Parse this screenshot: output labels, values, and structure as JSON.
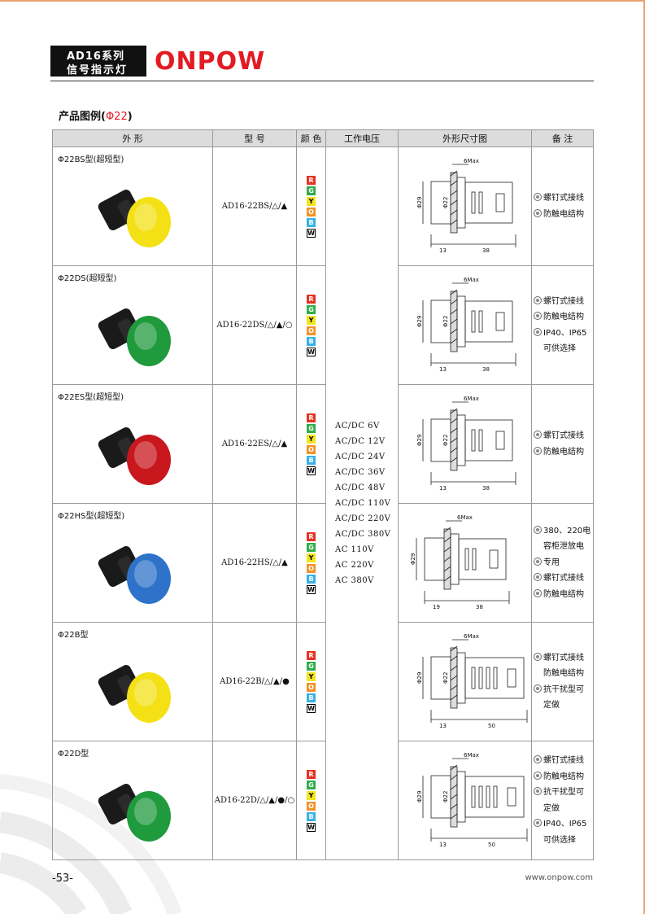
{
  "header": {
    "series_line1": "AD16系列",
    "series_line2": "信号指示灯",
    "logo": "ONPOW"
  },
  "section": {
    "title": "产品图例(",
    "title_red": "Φ22",
    "title_end": ")"
  },
  "table": {
    "headers": [
      "外 形",
      "型 号",
      "颜 色",
      "工作电压",
      "外形尺寸图",
      "备 注"
    ],
    "colors": [
      "R",
      "G",
      "Y",
      "O",
      "B",
      "W"
    ],
    "voltages": [
      "AC/DC 6V",
      "AC/DC 12V",
      "AC/DC 24V",
      "AC/DC 36V",
      "AC/DC 48V",
      "AC/DC 110V",
      "AC/DC 220V",
      "AC/DC 380V",
      "AC 110V",
      "AC 220V",
      "AC 380V"
    ],
    "rows": [
      {
        "name": "Φ22BS型(超短型)",
        "model": "AD16-22BS/△/▲",
        "lens": "#f3e116",
        "dim": {
          "top": "6Max",
          "a": "13",
          "b": "38",
          "d1": "Φ29",
          "d2": "Φ22"
        },
        "notes": [
          "螺钉式接线",
          "防触电结构"
        ]
      },
      {
        "name": "Φ22DS(超短型)",
        "model": "AD16-22DS/△/▲/○",
        "lens": "#1f9a3c",
        "dim": {
          "top": "6Max",
          "a": "13",
          "b": "38",
          "d1": "Φ29",
          "d2": "Φ22"
        },
        "notes": [
          "螺钉式接线",
          "防触电结构",
          "IP40、IP65",
          "可供选择"
        ]
      },
      {
        "name": "Φ22ES型(超短型)",
        "model": "AD16-22ES/△/▲",
        "lens": "#c8171d",
        "dim": {
          "top": "6Max",
          "a": "13",
          "b": "38",
          "d1": "Φ29",
          "d2": "Φ22"
        },
        "notes": [
          "螺钉式接线",
          "防触电结构"
        ]
      },
      {
        "name": "Φ22HS型(超短型)",
        "model": "AD16-22HS/△/▲",
        "lens": "#2e73c9",
        "dim": {
          "top": "6Max",
          "a": "19",
          "b": "38",
          "d1": "Φ29",
          "d2": ""
        },
        "notes": [
          "380、220电",
          "容柜泄放电",
          "专用",
          "螺钉式接线",
          "防触电结构"
        ]
      },
      {
        "name": "Φ22B型",
        "model": "AD16-22B/△/▲/●",
        "lens": "#f3e116",
        "dim": {
          "top": "6Max",
          "a": "13",
          "b": "50",
          "d1": "Φ29",
          "d2": "Φ22"
        },
        "notes": [
          "螺钉式接线",
          "防触电结构",
          "抗干扰型可",
          "定做"
        ]
      },
      {
        "name": "Φ22D型",
        "model": "AD16-22D/△/▲/●/○",
        "lens": "#1f9a3c",
        "dim": {
          "top": "6Max",
          "a": "13",
          "b": "50",
          "d1": "Φ29",
          "d2": "Φ22"
        },
        "notes": [
          "螺钉式接线",
          "防触电结构",
          "抗干扰型可",
          "定做",
          "IP40、IP65",
          "可供选择"
        ]
      }
    ]
  },
  "footer": {
    "page": "-53-",
    "website": "www.onpow.com"
  },
  "icons": {
    "note_bullet": "circle-bullet-icon"
  }
}
